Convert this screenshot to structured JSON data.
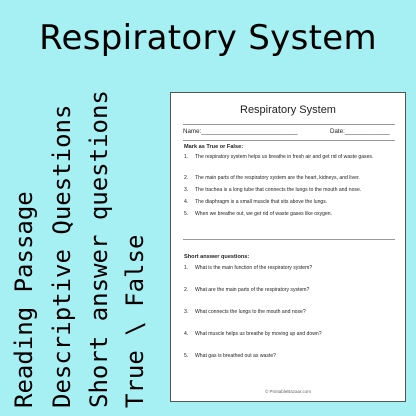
{
  "banner": {
    "title": "Respiratory System",
    "side_labels": [
      "Reading Passage",
      "Descriptive Questions",
      "Short answer questions",
      "True \\ False"
    ]
  },
  "worksheet": {
    "title": "Respiratory System",
    "name_label": "Name:____________________________",
    "date_label": "Date:_____________",
    "true_false": {
      "heading": "Mark as True or False:",
      "items": [
        {
          "num": "1.",
          "text": "The respiratory system helps us breathe in fresh air and get rid of waste gases."
        },
        {
          "num": "2.",
          "text": "The main parts of the respiratory system are the heart, kidneys, and liver."
        },
        {
          "num": "3.",
          "text": "The trachea is a long tube that connects the lungs to the mouth and nose."
        },
        {
          "num": "4.",
          "text": "The diaphragm is a small muscle that sits above the lungs."
        },
        {
          "num": "5.",
          "text": "When we breathe out, we get rid of waste gases like oxygen."
        }
      ]
    },
    "short_answer": {
      "heading": "Short answer questions:",
      "items": [
        {
          "num": "1.",
          "text": "What is the main function of the respiratory system?"
        },
        {
          "num": "2.",
          "text": "What are the main parts of the respiratory system?"
        },
        {
          "num": "3.",
          "text": "What connects the lungs to the mouth and nose?"
        },
        {
          "num": "4.",
          "text": "What muscle helps us breathe by moving up and down?"
        },
        {
          "num": "5.",
          "text": "What gas is breathed out as waste?"
        }
      ]
    },
    "footer": "© PrintableBazaar.com"
  }
}
